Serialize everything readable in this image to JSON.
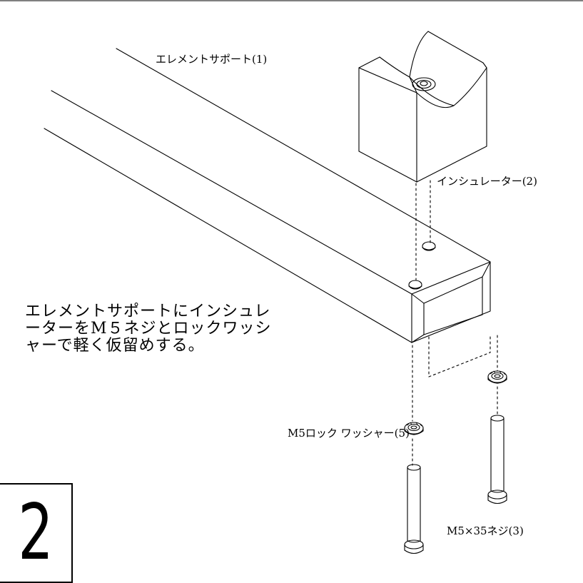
{
  "labels": {
    "element_support": "エレメントサポート(1)",
    "insulator": "インシュレーター(2)",
    "lock_washer": "M5ロック ワッシャー(5)",
    "screw": "M5×35ネジ(3)"
  },
  "instruction": {
    "line1": "エレメントサポートにインシュレ",
    "line2": "ーターをM５ネジとロックワッシ",
    "line3": "ャーで軽く仮留めする。"
  },
  "step": {
    "number": "2"
  }
}
